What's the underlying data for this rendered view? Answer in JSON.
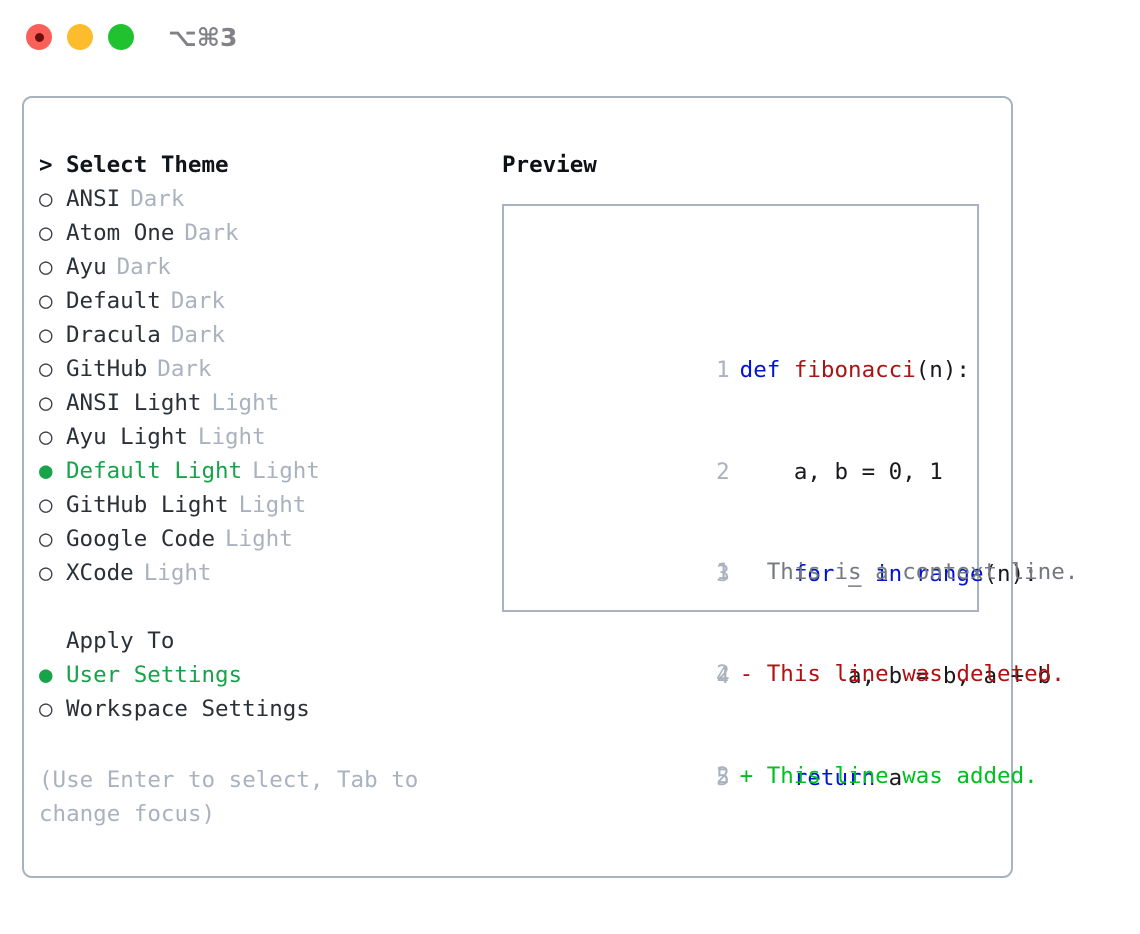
{
  "titlebar": {
    "shortcut": "⌥⌘3",
    "buttons": [
      {
        "name": "close",
        "color": "#fb6058"
      },
      {
        "name": "minimize",
        "color": "#fdbc2c"
      },
      {
        "name": "maximize",
        "color": "#21c230"
      }
    ]
  },
  "colors": {
    "accent_green": "#17a34a",
    "muted": "#a9b2be",
    "text": "#2b3037",
    "border": "#a9b2be",
    "diff_add": "#00bf21",
    "diff_del": "#b01010",
    "keyword": "#0013d6",
    "function": "#a91414"
  },
  "theme_list": {
    "heading": "Select Theme",
    "heading_marker": ">",
    "items": [
      {
        "marker": "○",
        "name": "ANSI",
        "suffix": "Dark",
        "selected": false
      },
      {
        "marker": "○",
        "name": "Atom One",
        "suffix": "Dark",
        "selected": false
      },
      {
        "marker": "○",
        "name": "Ayu",
        "suffix": "Dark",
        "selected": false
      },
      {
        "marker": "○",
        "name": "Default",
        "suffix": "Dark",
        "selected": false
      },
      {
        "marker": "○",
        "name": "Dracula",
        "suffix": "Dark",
        "selected": false
      },
      {
        "marker": "○",
        "name": "GitHub",
        "suffix": "Dark",
        "selected": false
      },
      {
        "marker": "○",
        "name": "ANSI Light",
        "suffix": "Light",
        "selected": false
      },
      {
        "marker": "○",
        "name": "Ayu Light",
        "suffix": "Light",
        "selected": false
      },
      {
        "marker": "●",
        "name": "Default Light",
        "suffix": "Light",
        "selected": true
      },
      {
        "marker": "○",
        "name": "GitHub Light",
        "suffix": "Light",
        "selected": false
      },
      {
        "marker": "○",
        "name": "Google Code",
        "suffix": "Light",
        "selected": false
      },
      {
        "marker": "○",
        "name": "XCode",
        "suffix": "Light",
        "selected": false
      }
    ]
  },
  "apply_to": {
    "heading": "Apply To",
    "items": [
      {
        "marker": "●",
        "name": "User Settings",
        "selected": true
      },
      {
        "marker": "○",
        "name": "Workspace Settings",
        "selected": false
      }
    ]
  },
  "hint": "(Use Enter to select, Tab to change focus)",
  "preview": {
    "title": "Preview",
    "code_lines": [
      {
        "num": "1",
        "indent": "",
        "tokens": [
          {
            "t": "def",
            "c": "kw"
          },
          {
            "t": " ",
            "c": "pl"
          },
          {
            "t": "fibonacci",
            "c": "fn"
          },
          {
            "t": "(n):",
            "c": "pl"
          }
        ]
      },
      {
        "num": "2",
        "indent": "    ",
        "tokens": [
          {
            "t": "a, b = 0, 1",
            "c": "pl"
          }
        ]
      },
      {
        "num": "3",
        "indent": "    ",
        "tokens": [
          {
            "t": "for",
            "c": "kw"
          },
          {
            "t": " _ ",
            "c": "pl"
          },
          {
            "t": "in",
            "c": "kw"
          },
          {
            "t": " ",
            "c": "pl"
          },
          {
            "t": "range",
            "c": "bi"
          },
          {
            "t": "(n):",
            "c": "pl"
          }
        ]
      },
      {
        "num": "4",
        "indent": "        ",
        "tokens": [
          {
            "t": "a, b = b, a + b",
            "c": "pl"
          }
        ]
      },
      {
        "num": "5",
        "indent": "    ",
        "tokens": [
          {
            "t": "return",
            "c": "kw"
          },
          {
            "t": " a",
            "c": "pl"
          }
        ]
      }
    ],
    "diff_lines": [
      {
        "num": "1",
        "sign": " ",
        "text": "This is a context line.",
        "kind": "ctx"
      },
      {
        "num": "2",
        "sign": "-",
        "text": "This line was deleted.",
        "kind": "del"
      },
      {
        "num": "2",
        "sign": "+",
        "text": "This line was added.",
        "kind": "add"
      }
    ]
  }
}
